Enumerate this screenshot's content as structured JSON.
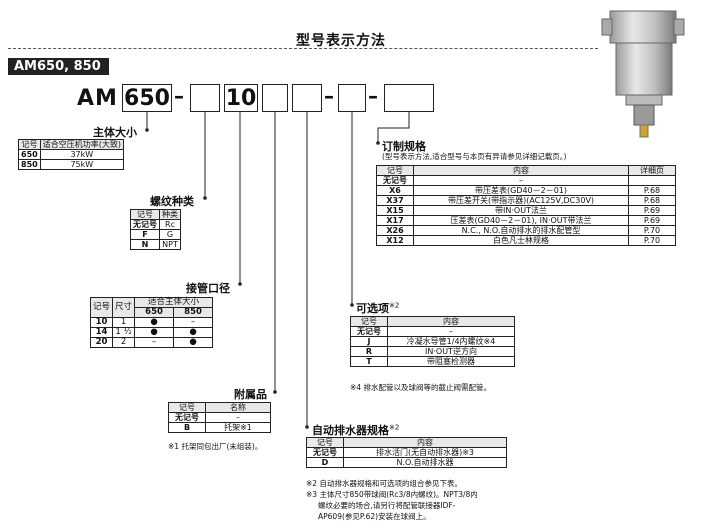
{
  "page": {
    "title": "型号表示方法"
  },
  "series_badge": "AM650, 850",
  "code": {
    "prefix": "AM",
    "size": "650",
    "port": "10",
    "dash": "–"
  },
  "body_size": {
    "title": "主体大小",
    "headers": [
      "记号",
      "适合空压机功率(大致)"
    ],
    "rows": [
      [
        "650",
        "37kW"
      ],
      [
        "850",
        "75kW"
      ]
    ]
  },
  "thread_type": {
    "title": "螺纹种类",
    "headers": [
      "记号",
      "种类"
    ],
    "rows": [
      [
        "无记号",
        "Rc"
      ],
      [
        "F",
        "G"
      ],
      [
        "N",
        "NPT"
      ]
    ]
  },
  "port_size": {
    "title": "接管口径",
    "headers": [
      "记号",
      "尺寸",
      "适合主体大小",
      "650",
      "850"
    ],
    "rows": [
      [
        "10",
        "1",
        "●",
        "–"
      ],
      [
        "14",
        "1 ½",
        "●",
        "●"
      ],
      [
        "20",
        "2",
        "–",
        "●"
      ]
    ]
  },
  "accessory": {
    "title": "附属品",
    "headers": [
      "记号",
      "名称"
    ],
    "rows": [
      [
        "无记号",
        "–"
      ],
      [
        "B",
        "托架※1"
      ]
    ],
    "note": "※1 托架同包出厂(未组装)。"
  },
  "custom": {
    "title": "订制规格",
    "subtitle": "(型号表示方法,适合型号与本页有异请参见详细记载页。)",
    "headers": [
      "记号",
      "内容",
      "详细页"
    ],
    "rows": [
      [
        "无记号",
        "–",
        ""
      ],
      [
        "X6",
        "带压差表(GD40－2－01)",
        "P.68"
      ],
      [
        "X37",
        "带压差开关(带指示器)(AC125V,DC30V)",
        "P.68"
      ],
      [
        "X15",
        "带IN·OUT法兰",
        "P.69"
      ],
      [
        "X17",
        "压差表(GD40－2－01), IN·OUT带法兰",
        "P.69"
      ],
      [
        "X26",
        "N.C., N.O.自动排水的排水配管型",
        "P.70"
      ],
      [
        "X12",
        "白色凡士林规格",
        "P.70"
      ]
    ]
  },
  "options": {
    "title": "可选项",
    "title_mark": "※2",
    "headers": [
      "记号",
      "内容"
    ],
    "rows": [
      [
        "无记号",
        "–"
      ],
      [
        "J",
        "冷凝水导管1/4内螺纹※4"
      ],
      [
        "R",
        "IN·OUT逆方向"
      ],
      [
        "T",
        "带阻塞检测器"
      ]
    ],
    "note": "※4 排水配管以及球阀等的截止阀需配管。"
  },
  "auto_drain": {
    "title": "自动排水器规格",
    "title_mark": "※2",
    "headers": [
      "记号",
      "内容"
    ],
    "rows": [
      [
        "无记号",
        "排水活门(无自动排水器)※3"
      ],
      [
        "D",
        "N.O.自动排水器"
      ]
    ],
    "notes": [
      "※2 自动排水器规格和可选项的组合参见下表。",
      "※3 主体尺寸850带球阀(Rc3/8内螺纹)。NPT3/8内",
      "螺纹必要的场合,请另行将配管联接器IDF-",
      "AP609(参见P.62)安装在球阀上。"
    ]
  }
}
